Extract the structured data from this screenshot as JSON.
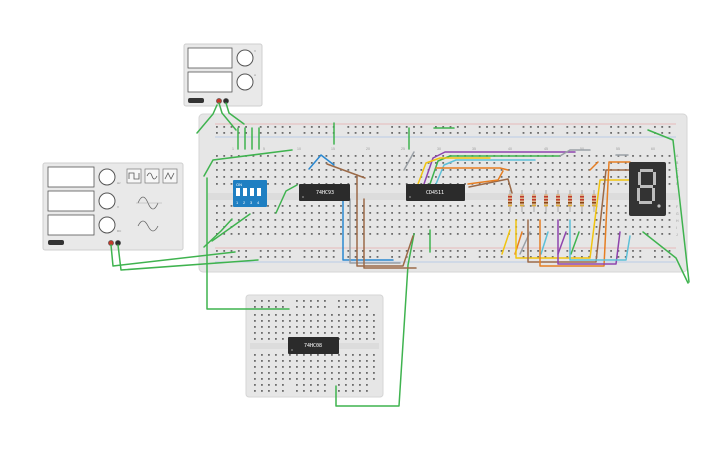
{
  "chips": {
    "counter": "74HC93",
    "decoder": "CD4511",
    "gate": "74HC08"
  },
  "dip_switch": {
    "on_label": "ON",
    "numbers": [
      "1",
      "2",
      "3",
      "4"
    ]
  },
  "seven_segment": {
    "digit": "8"
  },
  "main_breadboard": {
    "column_numbers": [
      "1",
      "5",
      "10",
      "15",
      "20",
      "25",
      "30",
      "35",
      "40",
      "45",
      "50",
      "55",
      "60"
    ],
    "row_letters_top": [
      "A",
      "B",
      "C",
      "D",
      "E"
    ],
    "row_letters_bottom": [
      "F",
      "G",
      "H",
      "I",
      "J"
    ]
  },
  "power_supplies": {
    "small": {
      "knob_labels": [
        "V",
        "A"
      ]
    },
    "function_generator": {
      "knob_labels": [
        "Hz",
        "V",
        "DC"
      ]
    }
  },
  "colors": {
    "wire_green": "#3fb34f",
    "wire_brown": "#9b6a48",
    "wire_blue": "#2a88d0",
    "wire_gray": "#9aa0a6",
    "wire_purple": "#8e44ad",
    "wire_yellow": "#f1c40f",
    "wire_orange": "#e67e22",
    "wire_cyan": "#5dc0d8",
    "breadboard": "#e6e6e6",
    "chip": "#2b2b2b",
    "dip_switch": "#1f7fc2",
    "display": "#333333"
  }
}
